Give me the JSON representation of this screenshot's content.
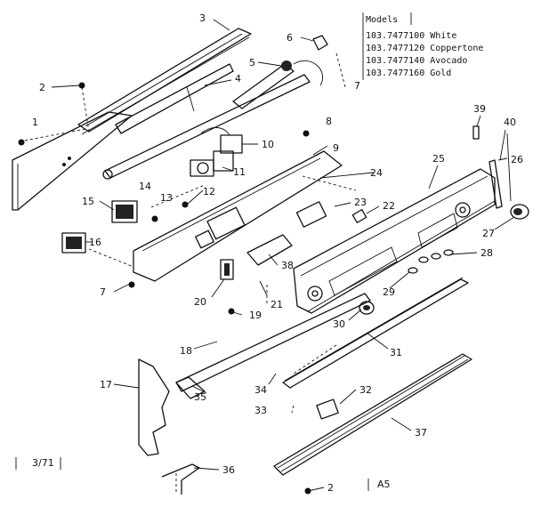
{
  "models": {
    "heading": "Models",
    "lines": [
      "103.7477100 White",
      "103.7477120 Coppertone",
      "103.7477140 Avocado",
      "103.7477160 Gold"
    ]
  },
  "footer": {
    "date": "3/71",
    "code": "A5"
  },
  "callouts": {
    "c1": "1",
    "c2a": "2",
    "c2b": "2",
    "c3": "3",
    "c4": "4",
    "c5": "5",
    "c6": "6",
    "c7a": "7",
    "c7b": "7",
    "c8": "8",
    "c9": "9",
    "c10": "10",
    "c11": "11",
    "c12": "12",
    "c13": "13",
    "c14": "14",
    "c15": "15",
    "c16": "16",
    "c17": "17",
    "c18": "18",
    "c19": "19",
    "c20": "20",
    "c21": "21",
    "c22": "22",
    "c23": "23",
    "c24": "24",
    "c25": "25",
    "c26": "26",
    "c27": "27",
    "c28": "28",
    "c29": "29",
    "c30": "30",
    "c31": "31",
    "c32": "32",
    "c33": "33",
    "c34": "34",
    "c35": "35",
    "c36": "36",
    "c37": "37",
    "c38": "38",
    "c39": "39",
    "c40": "40"
  }
}
